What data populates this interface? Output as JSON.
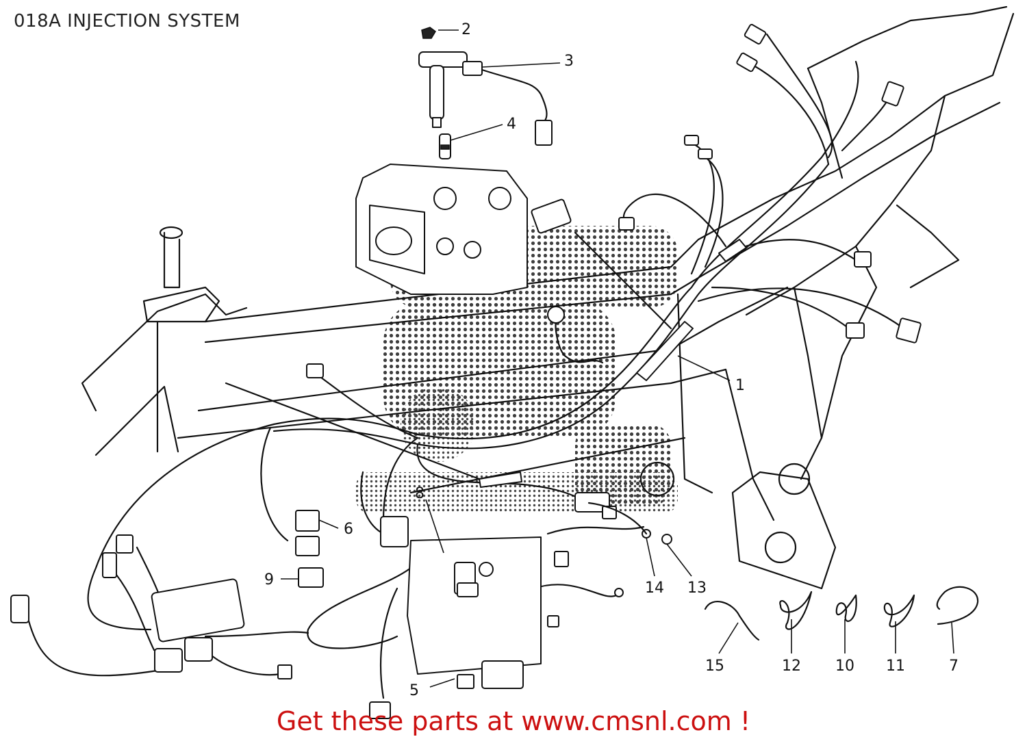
{
  "title": "018A INJECTION SYSTEM",
  "footer": {
    "text": "Get these parts at www.cmsnl.com !",
    "color": "#cc1010"
  },
  "callouts": [
    {
      "id": "2",
      "label": "2"
    },
    {
      "id": "3",
      "label": "3"
    },
    {
      "id": "4",
      "label": "4"
    },
    {
      "id": "1",
      "label": "1"
    },
    {
      "id": "6",
      "label": "6"
    },
    {
      "id": "8",
      "label": "8"
    },
    {
      "id": "9",
      "label": "9"
    },
    {
      "id": "14",
      "label": "14"
    },
    {
      "id": "13",
      "label": "13"
    },
    {
      "id": "5",
      "label": "5"
    },
    {
      "id": "15",
      "label": "15"
    },
    {
      "id": "12",
      "label": "12"
    },
    {
      "id": "10",
      "label": "10"
    },
    {
      "id": "11",
      "label": "11"
    },
    {
      "id": "7",
      "label": "7"
    }
  ]
}
